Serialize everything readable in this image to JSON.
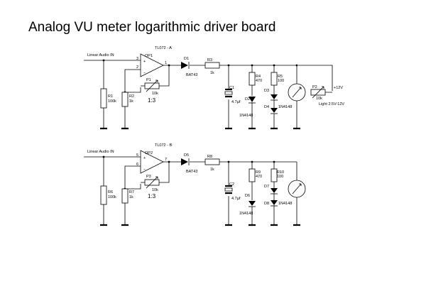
{
  "title": "Analog VU meter logarithmic driver board",
  "circuit_a": {
    "input_label": "Linear Audio IN",
    "opamp_package": "TL072 - A",
    "opamp_ref": "OP1",
    "pin_plus": "3",
    "pin_minus": "2",
    "pin_out": "1",
    "r1_ref": "R1",
    "r1_val": "100k",
    "r2_ref": "R2",
    "r2_val": "1k",
    "p1_ref": "P1",
    "p1_val": "10k",
    "gain_ratio": "1:3",
    "diode_ref": "D1",
    "diode_val": "BAT43",
    "r3_ref": "R3",
    "r3_val": "1k",
    "c1_ref": "C1",
    "c1_val": "4.7µf",
    "r4_ref": "R4",
    "r4_val": "470",
    "d2_ref": "D2",
    "d2_val": "1N4148",
    "r5_ref": "R5",
    "r5_val": "100",
    "d3_ref": "D3",
    "d4_ref": "D4",
    "d4_val": "1N4148",
    "p2_ref": "P2",
    "p2_val": "10k",
    "supply": "+12V",
    "light_label": "Light 2.5V-12V"
  },
  "circuit_b": {
    "input_label": "Linear Audio IN",
    "opamp_package": "TL072 - B",
    "opamp_ref": "OP2",
    "pin_plus": "5",
    "pin_minus": "6",
    "pin_out": "7",
    "r6_ref": "R6",
    "r6_val": "100k",
    "r7_ref": "R7",
    "r7_val": "1k",
    "p3_ref": "P3",
    "p3_val": "10k",
    "gain_ratio": "1:3",
    "diode_ref": "D5",
    "diode_val": "BAT43",
    "r8_ref": "R8",
    "r8_val": "1k",
    "c2_ref": "C2",
    "c2_val": "4.7µf",
    "r9_ref": "R9",
    "r9_val": "470",
    "d6_ref": "D6",
    "d6_val": "1N4148",
    "r10_ref": "R10",
    "r10_val": "100",
    "d7_ref": "D7",
    "d8_ref": "D8",
    "d8_val": "1N4148"
  }
}
